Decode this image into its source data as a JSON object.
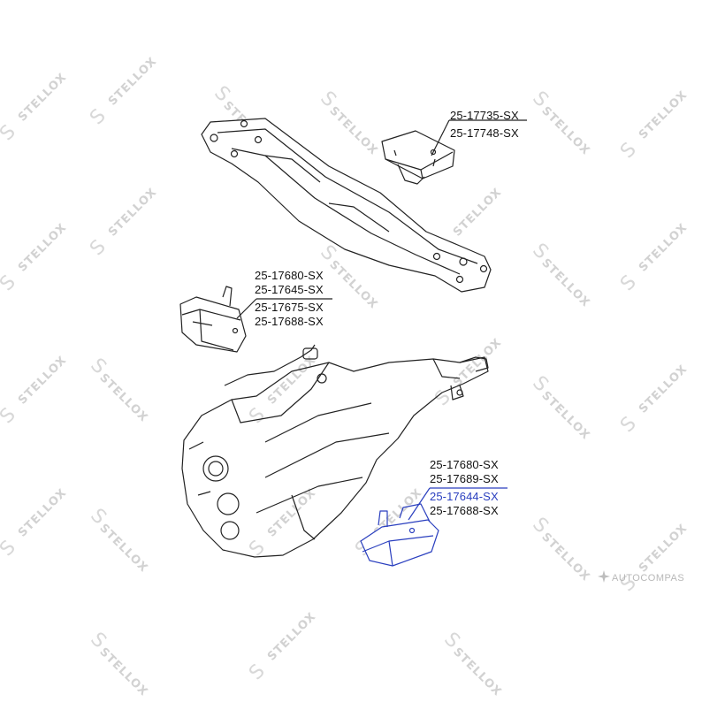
{
  "watermark": {
    "text": "STELLOX",
    "logo_glyph": "S"
  },
  "brand": {
    "text": "AUTOCOMPAS",
    "icon": "compass-star-icon"
  },
  "parts": {
    "top_mount": [
      "25-17735-SX",
      "25-17748-SX"
    ],
    "left_mount": [
      "25-17680-SX",
      "25-17645-SX",
      "25-17675-SX",
      "25-17688-SX"
    ],
    "right_mount": [
      "25-17680-SX",
      "25-17689-SX",
      "25-17644-SX",
      "25-17688-SX"
    ]
  },
  "colors": {
    "line": "#222222",
    "highlight": "#2a3fbf",
    "watermark": "#d2d2d2"
  }
}
